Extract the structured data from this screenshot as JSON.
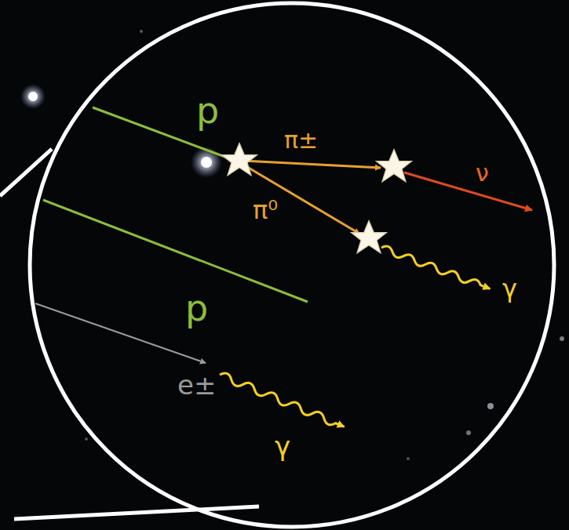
{
  "diagram": {
    "labels": [
      "p",
      "π±",
      "ν",
      "π⁰",
      "γ",
      "p",
      "e±",
      "γ"
    ]
  }
}
